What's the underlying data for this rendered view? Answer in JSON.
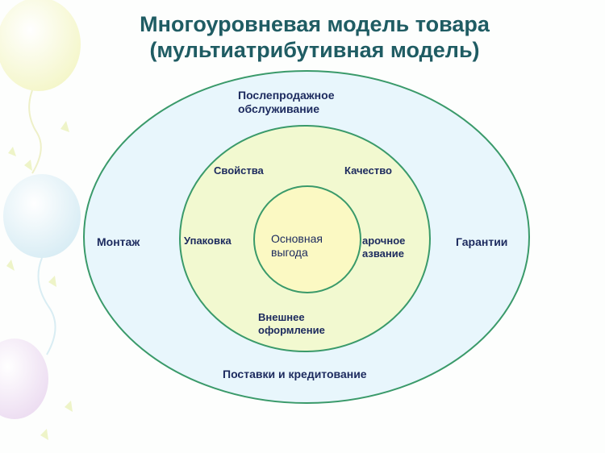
{
  "title": {
    "line1": "Многоуровневая модель товара",
    "line2": "(мультиатрибутивная модель)"
  },
  "outer_ring": {
    "top": [
      "Послепродажное",
      "обслуживание"
    ],
    "left": "Монтаж",
    "right": "Гарантии",
    "bottom": "Поставки и кредитование"
  },
  "middle_ring": {
    "top_left": "Свойства",
    "top_right": "Качество",
    "left": "Упаковка",
    "right": [
      "арочное",
      "азвание"
    ],
    "bottom": [
      "Внешнее",
      "оформление"
    ]
  },
  "core": [
    "Основная",
    "выгода"
  ],
  "colors": {
    "title": "#1f5c63",
    "text": "#1c2a5e",
    "outer_fill": "#e8f6fc",
    "middle_fill": "#f2f9d0",
    "core_fill": "#fbf9c3",
    "ring_stroke": "#3a9a6a"
  }
}
